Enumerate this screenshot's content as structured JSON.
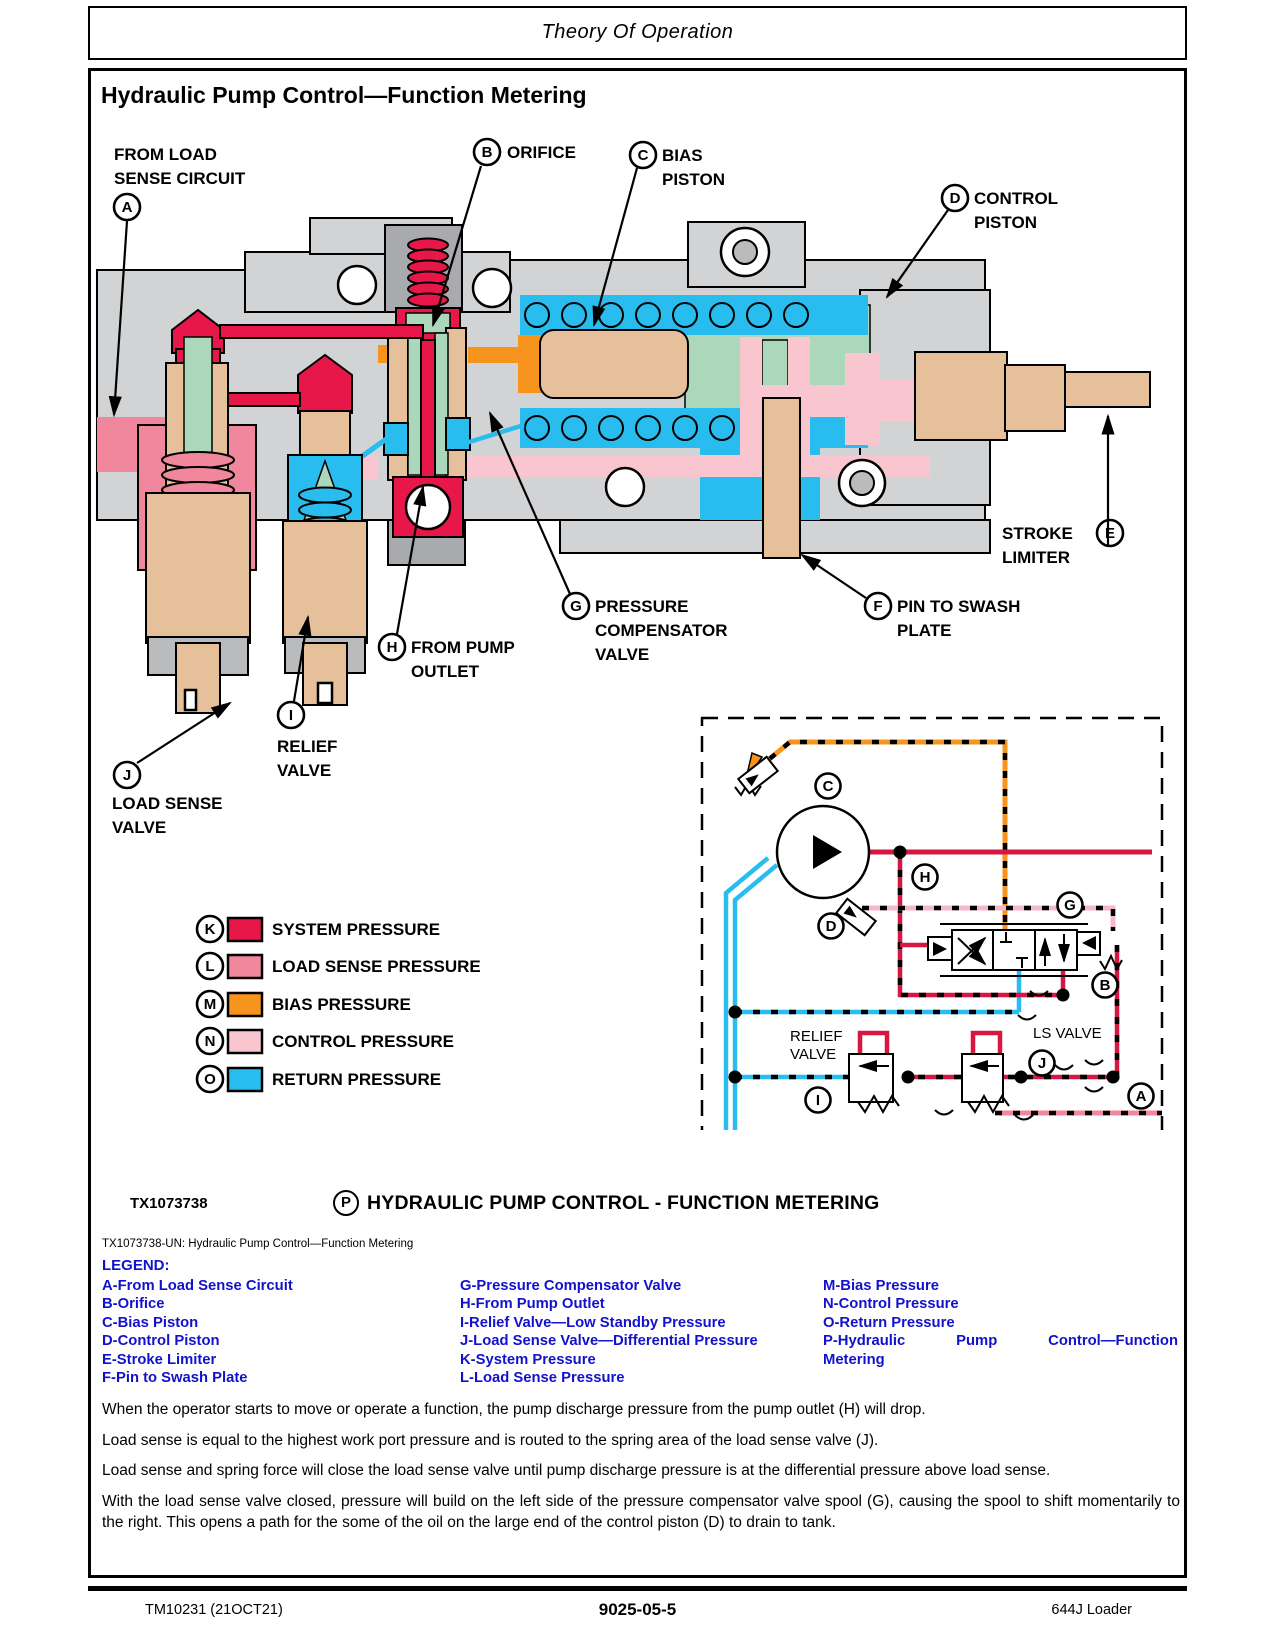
{
  "page": {
    "header_title": "Theory Of Operation",
    "section_title": "Hydraulic Pump Control—Function Metering",
    "footer": {
      "left": "TM10231 (21OCT21)",
      "center": "9025-05-5",
      "right": "644J Loader"
    }
  },
  "figure": {
    "id_text": "TX1073738",
    "caption_letter": "P",
    "caption_text": "HYDRAULIC PUMP CONTROL - FUNCTION METERING",
    "alt_caption": "TX1073738-UN: Hydraulic Pump Control—Function Metering",
    "callouts": {
      "a": "A",
      "a1": "FROM LOAD",
      "a2": "SENSE CIRCUIT",
      "b": "B",
      "b1": "ORIFICE",
      "c": "C",
      "c1": "BIAS",
      "c2": "PISTON",
      "d": "D",
      "d1": "CONTROL",
      "d2": "PISTON",
      "e": "E",
      "e1": "STROKE",
      "e2": "LIMITER",
      "f": "F",
      "f1": "PIN TO SWASH",
      "f2": "PLATE",
      "g": "G",
      "g1": "PRESSURE",
      "g2": "COMPENSATOR",
      "g3": "VALVE",
      "h": "H",
      "h1": "FROM PUMP",
      "h2": "OUTLET",
      "i": "I",
      "i1": "RELIEF",
      "i2": "VALVE",
      "j": "J",
      "j1": "LOAD SENSE",
      "j2": "VALVE"
    },
    "swatches": [
      {
        "letter": "K",
        "label": "SYSTEM PRESSURE",
        "color": "#e8174a"
      },
      {
        "letter": "L",
        "label": "LOAD SENSE PRESSURE",
        "color": "#f0879c"
      },
      {
        "letter": "M",
        "label": "BIAS PRESSURE",
        "color": "#f7941e"
      },
      {
        "letter": "N",
        "label": "CONTROL PRESSURE",
        "color": "#f9c6d0"
      },
      {
        "letter": "O",
        "label": "RETURN PRESSURE",
        "color": "#29bdef"
      }
    ],
    "schematic": {
      "relief1": "RELIEF",
      "relief2": "VALVE",
      "ls": "LS VALVE",
      "letters": {
        "c": "C",
        "d": "D",
        "h": "H",
        "g": "G",
        "b": "B",
        "i": "I",
        "j": "J",
        "a": "A"
      }
    }
  },
  "legend_block": {
    "heading": "LEGEND:",
    "columns": [
      [
        "A-From Load Sense Circuit",
        "B-Orifice",
        "C-Bias Piston",
        "D-Control Piston",
        "E-Stroke Limiter",
        "F-Pin to Swash Plate"
      ],
      [
        "G-Pressure Compensator Valve",
        "H-From Pump Outlet",
        "I-Relief Valve—Low Standby Pressure",
        "J-Load Sense Valve—Differential Pressure",
        "K-System Pressure",
        "L-Load Sense Pressure"
      ],
      [
        "M-Bias Pressure",
        "N-Control Pressure",
        "O-Return Pressure",
        "P-Hydraulic Pump Control—Function",
        "Metering"
      ]
    ]
  },
  "paragraphs": [
    "When the operator starts to move or operate a function, the pump discharge pressure from the pump outlet (H) will drop.",
    "Load sense is equal to the highest work port pressure and is routed to the spring area of the load sense valve (J).",
    "Load sense and spring force will close the load sense valve until pump discharge pressure is at the differential pressure above load sense.",
    "With the load sense valve closed, pressure will build on the left side of the pressure compensator valve spool (G), causing the spool to shift momentarily to the right. This opens a path for the some of the oil on the large end of the control piston (D) to drain to tank."
  ],
  "colors": {
    "system": "#e8174a",
    "load_sense": "#f0879c",
    "bias": "#f7941e",
    "control": "#f9c6d0",
    "return": "#29bdef",
    "legend_text": "#1212cc"
  }
}
